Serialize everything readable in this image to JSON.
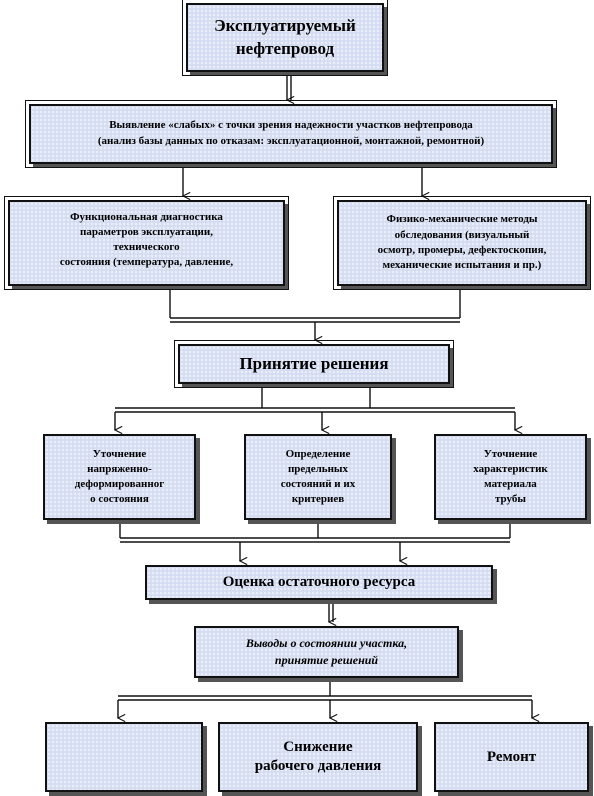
{
  "boxes": {
    "pipeline": "Эксплуатируемый\nнефтепровод",
    "weak_sections": "Выявление «слабых» с точки зрения надежности участков нефтепровода\n(анализ базы данных по отказам: эксплуатационной, монтажной, ремонтной)",
    "functional_diagnostics": "Функциональная диагностика\nпараметров эксплуатации,\nтехнического\nсостояния (температура, давление,",
    "physmech_methods": "Физико-механические методы\nобследования (визуальный\nосмотр, промеры, дефектоскопия,\nмеханические испытания и пр.)",
    "decision": "Принятие решения",
    "stress_state": "Уточнение\nнапряженно-\nдеформированног\nо состояния",
    "limit_states": "Определение\nпредельных\nсостояний и их\nкритериев",
    "material_props": "Уточнение\nхарактеристик\nматериала\nтрубы",
    "residual_resource": "Оценка остаточного ресурса",
    "conclusions": "Выводы о состоянии участка,\nпринятие решений",
    "outcome_left": "",
    "pressure_reduction": "Снижение\nрабочего давления",
    "repair": "Ремонт"
  }
}
